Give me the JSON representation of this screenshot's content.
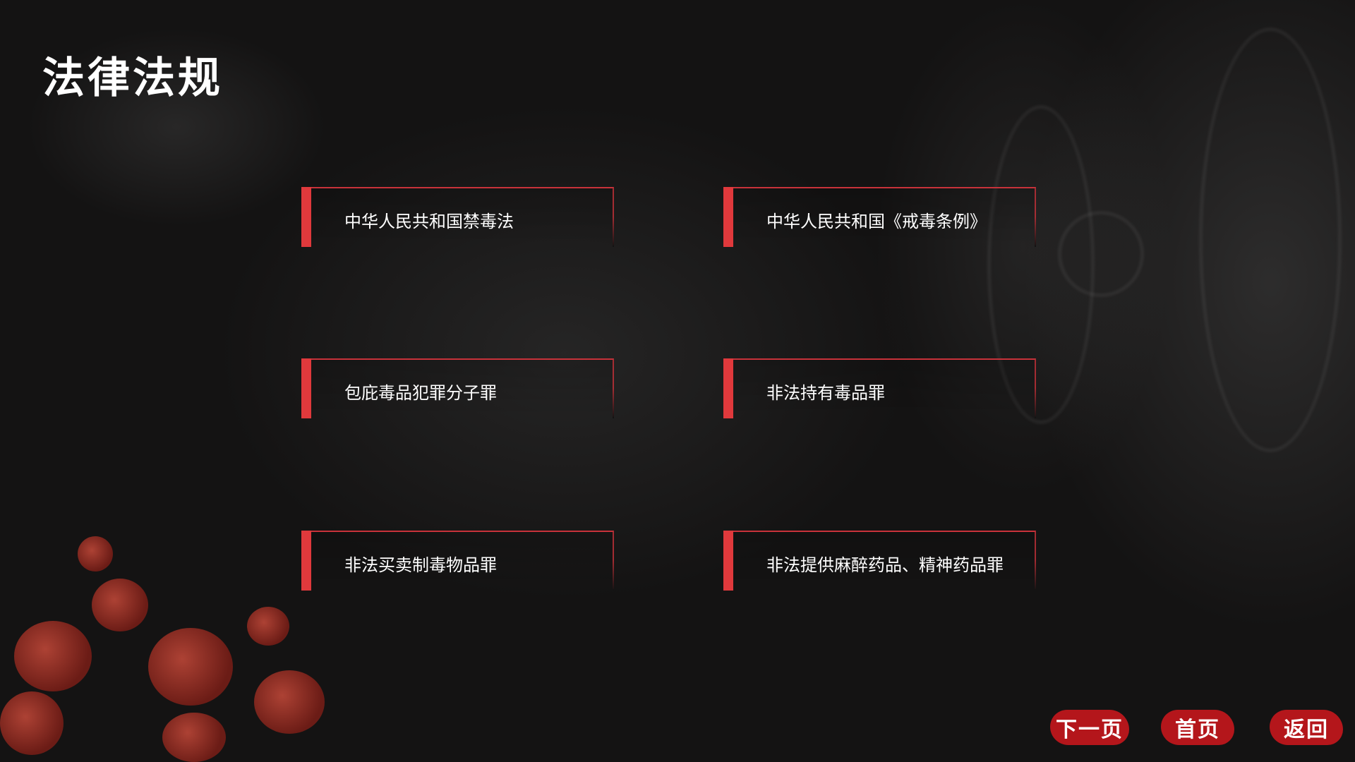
{
  "title": "法律法规",
  "cards": [
    {
      "label": "中华人民共和国禁毒法"
    },
    {
      "label": "中华人民共和国《戒毒条例》"
    },
    {
      "label": "包庇毒品犯罪分子罪"
    },
    {
      "label": "非法持有毒品罪"
    },
    {
      "label": "非法买卖制毒物品罪"
    },
    {
      "label": "非法提供麻醉药品、精神药品罪"
    }
  ],
  "nav": {
    "next": "下一页",
    "home": "首页",
    "back": "返回"
  },
  "colors": {
    "accent": "#e0393c",
    "button": "#b4161b"
  }
}
